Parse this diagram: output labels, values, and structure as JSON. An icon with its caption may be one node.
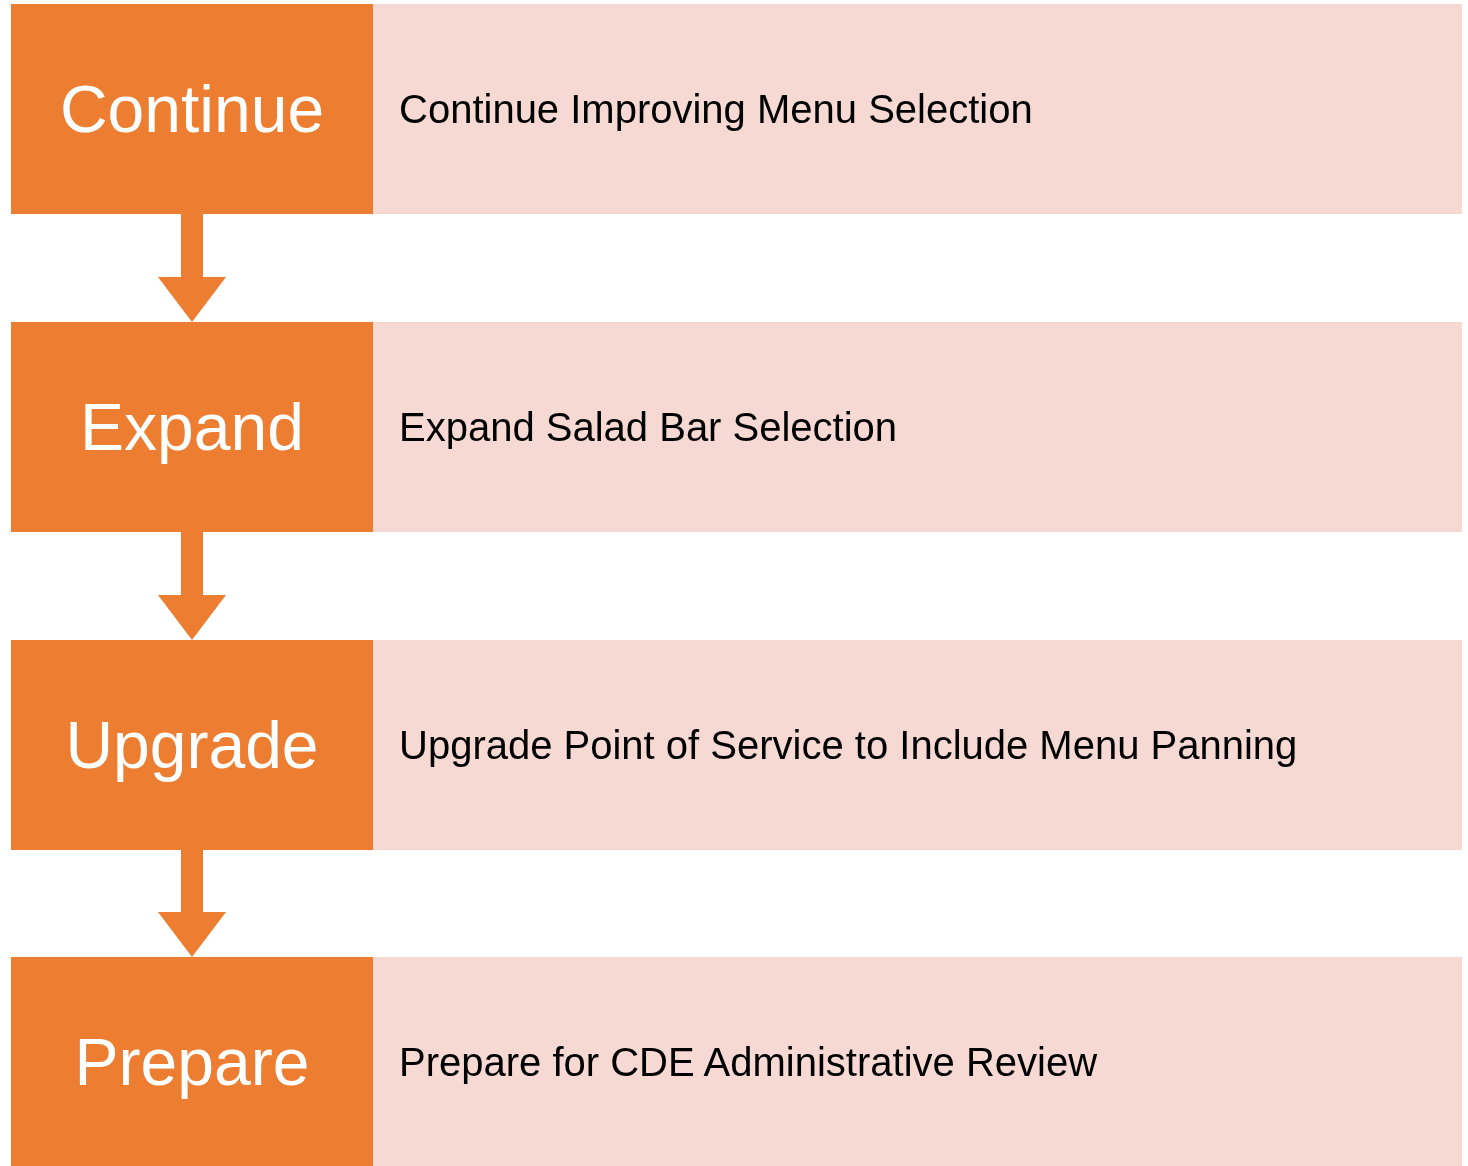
{
  "diagram": {
    "nodes": [
      {
        "text": [
          "Continue"
        ]
      },
      {
        "text": [
          "Continue Improving Menu Selection"
        ]
      },
      {
        "text": [
          "Expand"
        ]
      },
      {
        "text": [
          "Expand Salad Bar Selection"
        ]
      },
      {
        "text": [
          "Upgrade"
        ]
      },
      {
        "text": [
          "Upgrade Point of Service to Include Menu Panning"
        ]
      },
      {
        "text": [
          "Prepare"
        ]
      },
      {
        "text": [
          "Prepare for CDE Administrative Review"
        ]
      }
    ],
    "edges": [
      {
        "from": 0,
        "to": 2,
        "arrow": "to"
      },
      {
        "from": 2,
        "to": 4,
        "arrow": "to"
      },
      {
        "from": 4,
        "to": 6,
        "arrow": "to"
      }
    ]
  }
}
